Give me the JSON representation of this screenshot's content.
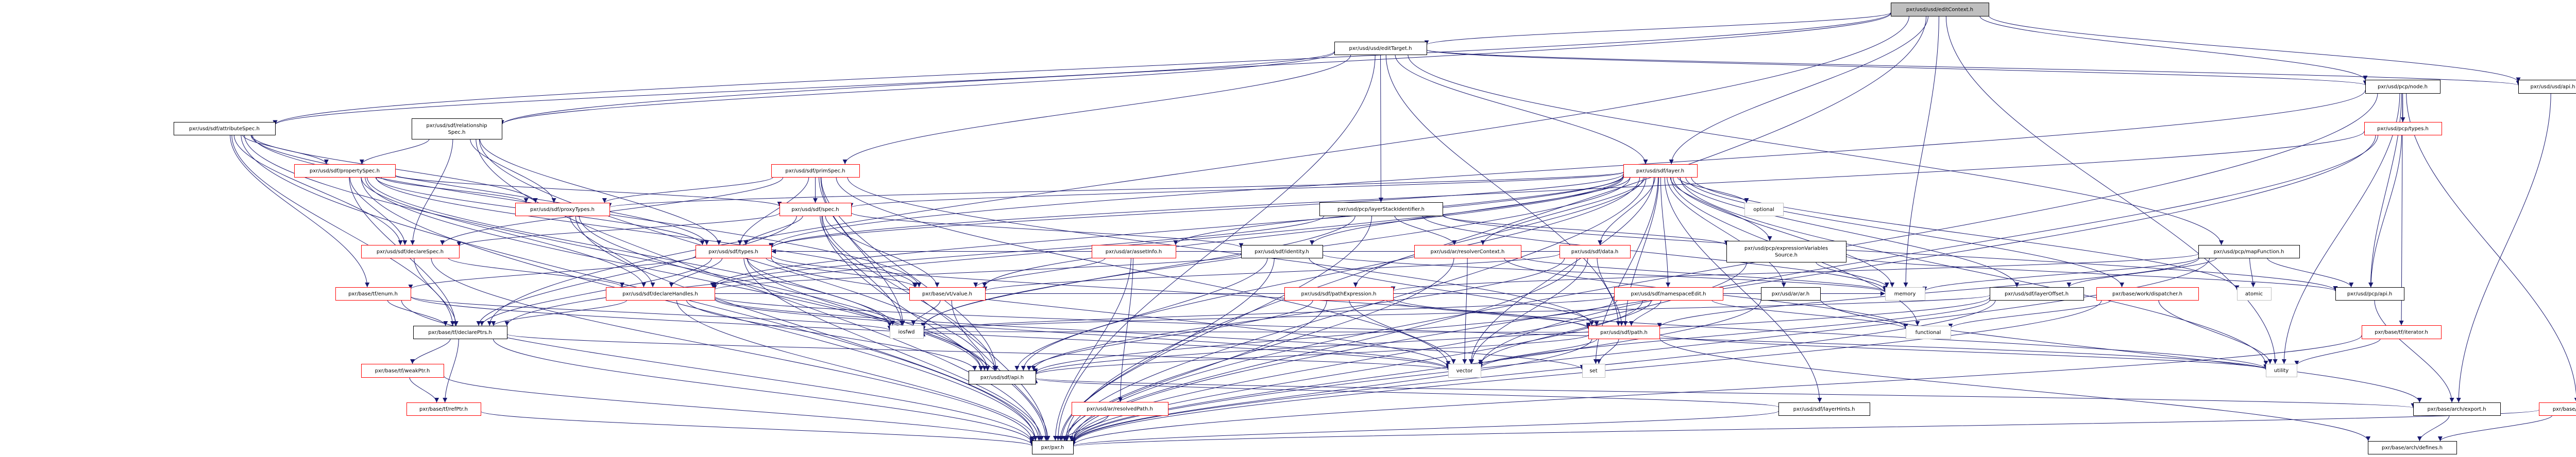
{
  "graph": {
    "title": "Include dependency graph for editContext.h",
    "colors": {
      "edge": "#191970",
      "root_fill": "#bfbfbf",
      "normal_border": "#000000",
      "truncated_border": "#ff0000",
      "system_border": "#bfbfbf"
    },
    "nodes": [
      {
        "id": "editContext",
        "label": "pxr/usd/usd/editContext.h",
        "kind": "root"
      },
      {
        "id": "editTarget",
        "label": "pxr/usd/usd/editTarget.h",
        "kind": "normal"
      },
      {
        "id": "usdApi",
        "label": "pxr/usd/usd/api.h",
        "kind": "normal"
      },
      {
        "id": "pcpNode",
        "label": "pxr/usd/pcp/node.h",
        "kind": "normal"
      },
      {
        "id": "attributeSpec",
        "label": "pxr/usd/sdf/attributeSpec.h",
        "kind": "normal"
      },
      {
        "id": "relationshipSpec",
        "label": "pxr/usd/sdf/relationship\nSpec.h",
        "kind": "normal"
      },
      {
        "id": "primSpec",
        "label": "pxr/usd/sdf/primSpec.h",
        "kind": "red"
      },
      {
        "id": "layer",
        "label": "pxr/usd/sdf/layer.h",
        "kind": "red"
      },
      {
        "id": "pcpTypes",
        "label": "pxr/usd/pcp/types.h",
        "kind": "red"
      },
      {
        "id": "propertySpec",
        "label": "pxr/usd/sdf/propertySpec.h",
        "kind": "red"
      },
      {
        "id": "proxyTypes",
        "label": "pxr/usd/sdf/proxyTypes.h",
        "kind": "red"
      },
      {
        "id": "spec",
        "label": "pxr/usd/sdf/spec.h",
        "kind": "red"
      },
      {
        "id": "layerStackIdentifier",
        "label": "pxr/usd/pcp/layerStackIdentifier.h",
        "kind": "normal"
      },
      {
        "id": "optional",
        "label": "optional",
        "kind": "system"
      },
      {
        "id": "declareSpec",
        "label": "pxr/usd/sdf/declareSpec.h",
        "kind": "red"
      },
      {
        "id": "sdfTypes",
        "label": "pxr/usd/sdf/types.h",
        "kind": "red"
      },
      {
        "id": "assetInfo",
        "label": "pxr/usd/ar/assetInfo.h",
        "kind": "red"
      },
      {
        "id": "identity",
        "label": "pxr/usd/sdf/identity.h",
        "kind": "normal"
      },
      {
        "id": "resolverContext",
        "label": "pxr/usd/ar/resolverContext.h",
        "kind": "red"
      },
      {
        "id": "data",
        "label": "pxr/usd/sdf/data.h",
        "kind": "red"
      },
      {
        "id": "exprVarsSource",
        "label": "pxr/usd/pcp/expressionVariables\nSource.h",
        "kind": "normal"
      },
      {
        "id": "mapFunction",
        "label": "pxr/usd/pcp/mapFunction.h",
        "kind": "normal"
      },
      {
        "id": "enum",
        "label": "pxr/base/tf/enum.h",
        "kind": "red"
      },
      {
        "id": "declareHandles",
        "label": "pxr/usd/sdf/declareHandles.h",
        "kind": "red"
      },
      {
        "id": "vtValue",
        "label": "pxr/base/vt/value.h",
        "kind": "red"
      },
      {
        "id": "pathExpression",
        "label": "pxr/usd/sdf/pathExpression.h",
        "kind": "red"
      },
      {
        "id": "namespaceEdit",
        "label": "pxr/usd/sdf/namespaceEdit.h",
        "kind": "red"
      },
      {
        "id": "arAr",
        "label": "pxr/usd/ar/ar.h",
        "kind": "normal"
      },
      {
        "id": "memory",
        "label": "memory",
        "kind": "system"
      },
      {
        "id": "layerOffset",
        "label": "pxr/usd/sdf/layerOffset.h",
        "kind": "normal"
      },
      {
        "id": "dispatcher",
        "label": "pxr/base/work/dispatcher.h",
        "kind": "red"
      },
      {
        "id": "atomic",
        "label": "atomic",
        "kind": "system"
      },
      {
        "id": "pcpApi",
        "label": "pxr/usd/pcp/api.h",
        "kind": "normal"
      },
      {
        "id": "declarePtrs",
        "label": "pxr/base/tf/declarePtrs.h",
        "kind": "normal"
      },
      {
        "id": "iosfwd",
        "label": "iosfwd",
        "kind": "system"
      },
      {
        "id": "path",
        "label": "pxr/usd/sdf/path.h",
        "kind": "red"
      },
      {
        "id": "functional",
        "label": "functional",
        "kind": "system"
      },
      {
        "id": "iterator",
        "label": "pxr/base/tf/iterator.h",
        "kind": "red"
      },
      {
        "id": "weakPtr",
        "label": "pxr/base/tf/weakPtr.h",
        "kind": "red"
      },
      {
        "id": "sdfApi",
        "label": "pxr/usd/sdf/api.h",
        "kind": "normal"
      },
      {
        "id": "vector",
        "label": "vector",
        "kind": "system"
      },
      {
        "id": "set",
        "label": "set",
        "kind": "system"
      },
      {
        "id": "utility",
        "label": "utility",
        "kind": "system"
      },
      {
        "id": "refPtr",
        "label": "pxr/base/tf/refPtr.h",
        "kind": "red"
      },
      {
        "id": "resolvedPath",
        "label": "pxr/usd/ar/resolvedPath.h",
        "kind": "red"
      },
      {
        "id": "layerHints",
        "label": "pxr/usd/sdf/layerHints.h",
        "kind": "normal"
      },
      {
        "id": "archExport",
        "label": "pxr/base/arch/export.h",
        "kind": "normal"
      },
      {
        "id": "hashset",
        "label": "pxr/base/tf/hashset.h",
        "kind": "red"
      },
      {
        "id": "pxr",
        "label": "pxr/pxr.h",
        "kind": "normal"
      },
      {
        "id": "archDefines",
        "label": "pxr/base/arch/defines.h",
        "kind": "normal"
      }
    ],
    "edges": [
      [
        "editContext",
        "editTarget"
      ],
      [
        "editContext",
        "usdApi"
      ],
      [
        "editContext",
        "pcpNode"
      ],
      [
        "editContext",
        "attributeSpec"
      ],
      [
        "editContext",
        "relationshipSpec"
      ],
      [
        "editContext",
        "layer"
      ],
      [
        "editContext",
        "declarePtrs"
      ],
      [
        "editContext",
        "pxr"
      ],
      [
        "editContext",
        "utility"
      ],
      [
        "editContext",
        "memory"
      ],
      [
        "editTarget",
        "usdApi"
      ],
      [
        "editTarget",
        "pcpNode"
      ],
      [
        "editTarget",
        "primSpec"
      ],
      [
        "editTarget",
        "layer"
      ],
      [
        "editTarget",
        "layerStackIdentifier"
      ],
      [
        "editTarget",
        "mapFunction"
      ],
      [
        "editTarget",
        "path"
      ],
      [
        "editTarget",
        "pxr"
      ],
      [
        "editTarget",
        "attributeSpec"
      ],
      [
        "editTarget",
        "relationshipSpec"
      ],
      [
        "usdApi",
        "archExport"
      ],
      [
        "pcpNode",
        "pcpTypes"
      ],
      [
        "pcpNode",
        "pcpApi"
      ],
      [
        "pcpNode",
        "iterator"
      ],
      [
        "pcpNode",
        "hashset"
      ],
      [
        "pcpNode",
        "pxr"
      ],
      [
        "pcpNode",
        "utility"
      ],
      [
        "pcpNode",
        "sdfTypes"
      ],
      [
        "pcpTypes",
        "pcpApi"
      ],
      [
        "pcpTypes",
        "pxr"
      ],
      [
        "pcpTypes",
        "sdfTypes"
      ],
      [
        "pcpTypes",
        "vector"
      ],
      [
        "attributeSpec",
        "propertySpec"
      ],
      [
        "attributeSpec",
        "declareSpec"
      ],
      [
        "attributeSpec",
        "sdfTypes"
      ],
      [
        "attributeSpec",
        "enum"
      ],
      [
        "attributeSpec",
        "sdfApi"
      ],
      [
        "attributeSpec",
        "pxr"
      ],
      [
        "attributeSpec",
        "proxyTypes"
      ],
      [
        "attributeSpec",
        "vtValue"
      ],
      [
        "attributeSpec",
        "declarePtrs"
      ],
      [
        "relationshipSpec",
        "propertySpec"
      ],
      [
        "relationshipSpec",
        "declareSpec"
      ],
      [
        "relationshipSpec",
        "sdfApi"
      ],
      [
        "relationshipSpec",
        "pxr"
      ],
      [
        "relationshipSpec",
        "sdfTypes"
      ],
      [
        "relationshipSpec",
        "proxyTypes"
      ],
      [
        "propertySpec",
        "declareSpec"
      ],
      [
        "propertySpec",
        "proxyTypes"
      ],
      [
        "propertySpec",
        "spec"
      ],
      [
        "propertySpec",
        "sdfTypes"
      ],
      [
        "propertySpec",
        "declareHandles"
      ],
      [
        "propertySpec",
        "sdfApi"
      ],
      [
        "propertySpec",
        "vtValue"
      ],
      [
        "propertySpec",
        "pxr"
      ],
      [
        "propertySpec",
        "iosfwd"
      ],
      [
        "propertySpec",
        "declarePtrs"
      ],
      [
        "proxyTypes",
        "declareHandles"
      ],
      [
        "proxyTypes",
        "pxr"
      ],
      [
        "proxyTypes",
        "sdfApi"
      ],
      [
        "primSpec",
        "spec"
      ],
      [
        "primSpec",
        "declareSpec"
      ],
      [
        "primSpec",
        "proxyTypes"
      ],
      [
        "primSpec",
        "sdfTypes"
      ],
      [
        "primSpec",
        "path"
      ],
      [
        "primSpec",
        "sdfApi"
      ],
      [
        "primSpec",
        "pxr"
      ],
      [
        "primSpec",
        "iosfwd"
      ],
      [
        "primSpec",
        "vector"
      ],
      [
        "spec",
        "declareSpec"
      ],
      [
        "spec",
        "sdfTypes"
      ],
      [
        "spec",
        "identity"
      ],
      [
        "spec",
        "vtValue"
      ],
      [
        "spec",
        "sdfApi"
      ],
      [
        "spec",
        "iosfwd"
      ],
      [
        "spec",
        "pxr"
      ],
      [
        "spec",
        "declarePtrs"
      ],
      [
        "declareSpec",
        "declareHandles"
      ],
      [
        "declareSpec",
        "declarePtrs"
      ],
      [
        "declareSpec",
        "pxr"
      ],
      [
        "sdfTypes",
        "declareHandles"
      ],
      [
        "sdfTypes",
        "vtValue"
      ],
      [
        "sdfTypes",
        "path"
      ],
      [
        "sdfTypes",
        "sdfApi"
      ],
      [
        "sdfTypes",
        "iosfwd"
      ],
      [
        "sdfTypes",
        "pxr"
      ],
      [
        "sdfTypes",
        "vector"
      ],
      [
        "sdfTypes",
        "enum"
      ],
      [
        "sdfTypes",
        "declarePtrs"
      ],
      [
        "layer",
        "sdfTypes"
      ],
      [
        "layer",
        "declareHandles"
      ],
      [
        "layer",
        "identity"
      ],
      [
        "layer",
        "data"
      ],
      [
        "layer",
        "layerOffset"
      ],
      [
        "layer",
        "namespaceEdit"
      ],
      [
        "layer",
        "path"
      ],
      [
        "layer",
        "layerHints"
      ],
      [
        "layer",
        "assetInfo"
      ],
      [
        "layer",
        "resolverContext"
      ],
      [
        "layer",
        "arAr"
      ],
      [
        "layer",
        "exprVarsSource"
      ],
      [
        "layer",
        "optional"
      ],
      [
        "layer",
        "memory"
      ],
      [
        "layer",
        "functional"
      ],
      [
        "layer",
        "atomic"
      ],
      [
        "layer",
        "set"
      ],
      [
        "layer",
        "vector"
      ],
      [
        "layer",
        "utility"
      ],
      [
        "layer",
        "pxr"
      ],
      [
        "layer",
        "sdfApi"
      ],
      [
        "layer",
        "dispatcher"
      ],
      [
        "layer",
        "vtValue"
      ],
      [
        "layer",
        "spec"
      ],
      [
        "layer",
        "proxyTypes"
      ],
      [
        "layer",
        "declarePtrs"
      ],
      [
        "layer",
        "iosfwd"
      ],
      [
        "layer",
        "pathExpression"
      ],
      [
        "layerStackIdentifier",
        "resolverContext"
      ],
      [
        "layerStackIdentifier",
        "exprVarsSource"
      ],
      [
        "layerStackIdentifier",
        "declareHandles"
      ],
      [
        "layerStackIdentifier",
        "pcpApi"
      ],
      [
        "layerStackIdentifier",
        "pxr"
      ],
      [
        "layerStackIdentifier",
        "memory"
      ],
      [
        "layerStackIdentifier",
        "iosfwd"
      ],
      [
        "assetInfo",
        "vtValue"
      ],
      [
        "assetInfo",
        "resolvedPath"
      ],
      [
        "assetInfo",
        "pxr"
      ],
      [
        "identity",
        "declareHandles"
      ],
      [
        "identity",
        "path"
      ],
      [
        "identity",
        "sdfApi"
      ],
      [
        "identity",
        "pxr"
      ],
      [
        "identity",
        "memory"
      ],
      [
        "resolverContext",
        "vector"
      ],
      [
        "resolverContext",
        "pxr"
      ],
      [
        "resolverContext",
        "memory"
      ],
      [
        "resolverContext",
        "functional"
      ],
      [
        "data",
        "path"
      ],
      [
        "data",
        "vector"
      ],
      [
        "data",
        "sdfTypes"
      ],
      [
        "data",
        "vtValue"
      ],
      [
        "data",
        "pxr"
      ],
      [
        "data",
        "sdfApi"
      ],
      [
        "exprVarsSource",
        "pcpApi"
      ],
      [
        "exprVarsSource",
        "memory"
      ],
      [
        "exprVarsSource",
        "pxr"
      ],
      [
        "mapFunction",
        "pcpApi"
      ],
      [
        "mapFunction",
        "layerOffset"
      ],
      [
        "mapFunction",
        "path"
      ],
      [
        "mapFunction",
        "atomic"
      ],
      [
        "mapFunction",
        "memory"
      ],
      [
        "mapFunction",
        "pxr"
      ],
      [
        "mapFunction",
        "pathExpression"
      ],
      [
        "enum",
        "declarePtrs"
      ],
      [
        "enum",
        "pxr"
      ],
      [
        "enum",
        "vector"
      ],
      [
        "enum",
        "iosfwd"
      ],
      [
        "declareHandles",
        "declarePtrs"
      ],
      [
        "declareHandles",
        "sdfApi"
      ],
      [
        "declareHandles",
        "pxr"
      ],
      [
        "declareHandles",
        "set"
      ],
      [
        "declareHandles",
        "vector"
      ],
      [
        "declareHandles",
        "utility"
      ],
      [
        "declareHandles",
        "memory"
      ],
      [
        "vtValue",
        "iosfwd"
      ],
      [
        "vtValue",
        "pxr"
      ],
      [
        "pathExpression",
        "path"
      ],
      [
        "pathExpression",
        "sdfApi"
      ],
      [
        "pathExpression",
        "vector"
      ],
      [
        "pathExpression",
        "pxr"
      ],
      [
        "pathExpression",
        "utility"
      ],
      [
        "namespaceEdit",
        "path"
      ],
      [
        "namespaceEdit",
        "vector"
      ],
      [
        "namespaceEdit",
        "functional"
      ],
      [
        "namespaceEdit",
        "pxr"
      ],
      [
        "namespaceEdit",
        "sdfApi"
      ],
      [
        "namespaceEdit",
        "iosfwd"
      ],
      [
        "arAr",
        "archExport"
      ],
      [
        "arAr",
        "pxr"
      ],
      [
        "layerOffset",
        "sdfApi"
      ],
      [
        "layerOffset",
        "pxr"
      ],
      [
        "layerOffset",
        "iosfwd"
      ],
      [
        "layerOffset",
        "vector"
      ],
      [
        "dispatcher",
        "functional"
      ],
      [
        "dispatcher",
        "utility"
      ],
      [
        "dispatcher",
        "pxr"
      ],
      [
        "pcpApi",
        "archExport"
      ],
      [
        "declarePtrs",
        "weakPtr"
      ],
      [
        "declarePtrs",
        "refPtr"
      ],
      [
        "declarePtrs",
        "pxr"
      ],
      [
        "declarePtrs",
        "vector"
      ],
      [
        "path",
        "vector"
      ],
      [
        "path",
        "set"
      ],
      [
        "path",
        "sdfApi"
      ],
      [
        "path",
        "pxr"
      ],
      [
        "path",
        "utility"
      ],
      [
        "path",
        "archDefines"
      ],
      [
        "path",
        "iosfwd"
      ],
      [
        "iterator",
        "utility"
      ],
      [
        "iterator",
        "pxr"
      ],
      [
        "weakPtr",
        "refPtr"
      ],
      [
        "weakPtr",
        "pxr"
      ],
      [
        "sdfApi",
        "archExport"
      ],
      [
        "refPtr",
        "pxr"
      ],
      [
        "resolvedPath",
        "pxr"
      ],
      [
        "layerHints",
        "pxr"
      ],
      [
        "layerHints",
        "sdfApi"
      ],
      [
        "archExport",
        "archDefines"
      ],
      [
        "hashset",
        "archDefines"
      ],
      [
        "hashset",
        "pxr"
      ]
    ]
  }
}
